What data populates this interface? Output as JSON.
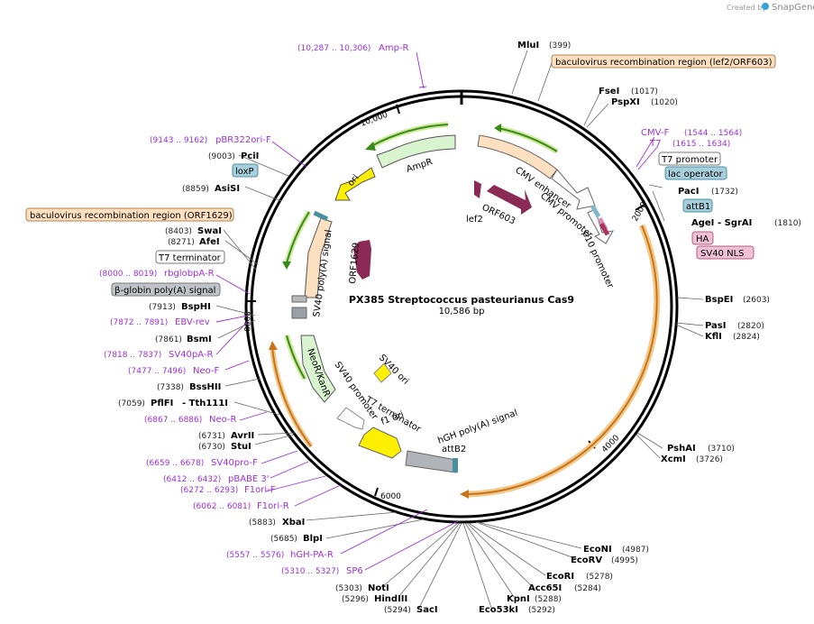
{
  "credit": {
    "prefix": "Created by",
    "brand": "SnapGene"
  },
  "plasmid": {
    "name": "PX385 Streptococcus pasteurianus Cas9",
    "length": "10,586 bp"
  },
  "ticks": [
    "2000",
    "4000",
    "6000",
    "8000",
    "10,000"
  ],
  "sites": [
    {
      "name": "MluI",
      "pos": "(399)"
    },
    {
      "name": "FseI",
      "pos": "(1017)"
    },
    {
      "name": "PspXI",
      "pos": "(1020)"
    },
    {
      "name": "PacI",
      "pos": "(1732)"
    },
    {
      "name": "AgeI",
      "pos": "- SgrAI"
    },
    {
      "name": "",
      "pos": "(1810)"
    },
    {
      "name": "BspEI",
      "pos": "(2603)"
    },
    {
      "name": "PasI",
      "pos": "(2820)"
    },
    {
      "name": "KflI",
      "pos": "(2824)"
    },
    {
      "name": "PshAI",
      "pos": "(3710)"
    },
    {
      "name": "XcmI",
      "pos": "(3726)"
    },
    {
      "name": "EcoNI",
      "pos": "(4987)"
    },
    {
      "name": "EcoRV",
      "pos": "(4995)"
    },
    {
      "name": "EcoRI",
      "pos": "(5278)"
    },
    {
      "name": "Acc65I",
      "pos": "(5284)"
    },
    {
      "name": "KpnI",
      "pos": "(5288)"
    },
    {
      "name": "Eco53kI",
      "pos": "(5292)"
    },
    {
      "name": "SacI",
      "pos": "(5294)"
    },
    {
      "name": "HindIII",
      "pos": "(5296)"
    },
    {
      "name": "NotI",
      "pos": "(5303)"
    },
    {
      "name": "BlpI",
      "pos": "(5685)"
    },
    {
      "name": "XbaI",
      "pos": "(5883)"
    },
    {
      "name": "StuI",
      "pos": "(6730)"
    },
    {
      "name": "AvrII",
      "pos": "(6731)"
    },
    {
      "name": "PflFI",
      "pos": "- Tth111I"
    },
    {
      "name": "",
      "pos": "(7059)"
    },
    {
      "name": "BssHII",
      "pos": "(7338)"
    },
    {
      "name": "BsmI",
      "pos": "(7861)"
    },
    {
      "name": "BspHI",
      "pos": "(7913)"
    },
    {
      "name": "AfeI",
      "pos": "(8271)"
    },
    {
      "name": "SwaI",
      "pos": "(8403)"
    },
    {
      "name": "AsiSI",
      "pos": "(8859)"
    },
    {
      "name": "PciI",
      "pos": "(9003)"
    }
  ],
  "primers": [
    {
      "name": "Amp-R",
      "pos": "(10,287 .. 10,306)"
    },
    {
      "name": "pBR322ori-F",
      "pos": "(9143 .. 9162)"
    },
    {
      "name": "CMV-F",
      "pos": "(1544 .. 1564)"
    },
    {
      "name": "T7",
      "pos": "(1615 .. 1634)"
    },
    {
      "name": "rbglobpA-R",
      "pos": "(8000 .. 8019)"
    },
    {
      "name": "EBV-rev",
      "pos": "(7872 .. 7891)"
    },
    {
      "name": "SV40pA-R",
      "pos": "(7818 .. 7837)"
    },
    {
      "name": "Neo-F",
      "pos": "(7477 .. 7496)"
    },
    {
      "name": "Neo-R",
      "pos": "(6867 .. 6886)"
    },
    {
      "name": "SV40pro-F",
      "pos": "(6659 .. 6678)"
    },
    {
      "name": "pBABE 3'",
      "pos": "(6412 .. 6432)"
    },
    {
      "name": "F1ori-F",
      "pos": "(6272 .. 6293)"
    },
    {
      "name": "F1ori-R",
      "pos": "(6062 .. 6081)"
    },
    {
      "name": "hGH-PA-R",
      "pos": "(5557 .. 5576)"
    },
    {
      "name": "SP6",
      "pos": "(5310 .. 5327)"
    }
  ],
  "boxed_labels": {
    "bac_lef2": "baculovirus recombination region (lef2/ORF603)",
    "bac_orf1629": "baculovirus recombination region (ORF1629)",
    "loxp": "loxP",
    "t7_term": "T7 terminator",
    "bglobin": "β-globin poly(A) signal",
    "t7_prom": "T7 promoter",
    "lac_op": "lac operator",
    "attb1": "attB1",
    "ha": "HA",
    "sv40nls": "SV40 NLS"
  },
  "features": {
    "cmv_enhancer": "CMV enhancer",
    "cmv_promoter": "CMV promoter",
    "p10_promoter": "p10 promoter",
    "orf603": "ORF603",
    "lef2": "lef2",
    "ampr": "AmpR",
    "ori": "ori",
    "orf1629": "ORF1629",
    "sv40_polya": "SV40 poly(A) signal",
    "sv40_ori": "SV40 ori",
    "neor": "NeoR/KanR",
    "sv40_promoter": "SV40 promoter",
    "t7_terminator": "T7 terminator",
    "f1_ori": "f1 ori",
    "hgh_polya": "hGH poly(A) signal",
    "attb2": "attB2"
  }
}
